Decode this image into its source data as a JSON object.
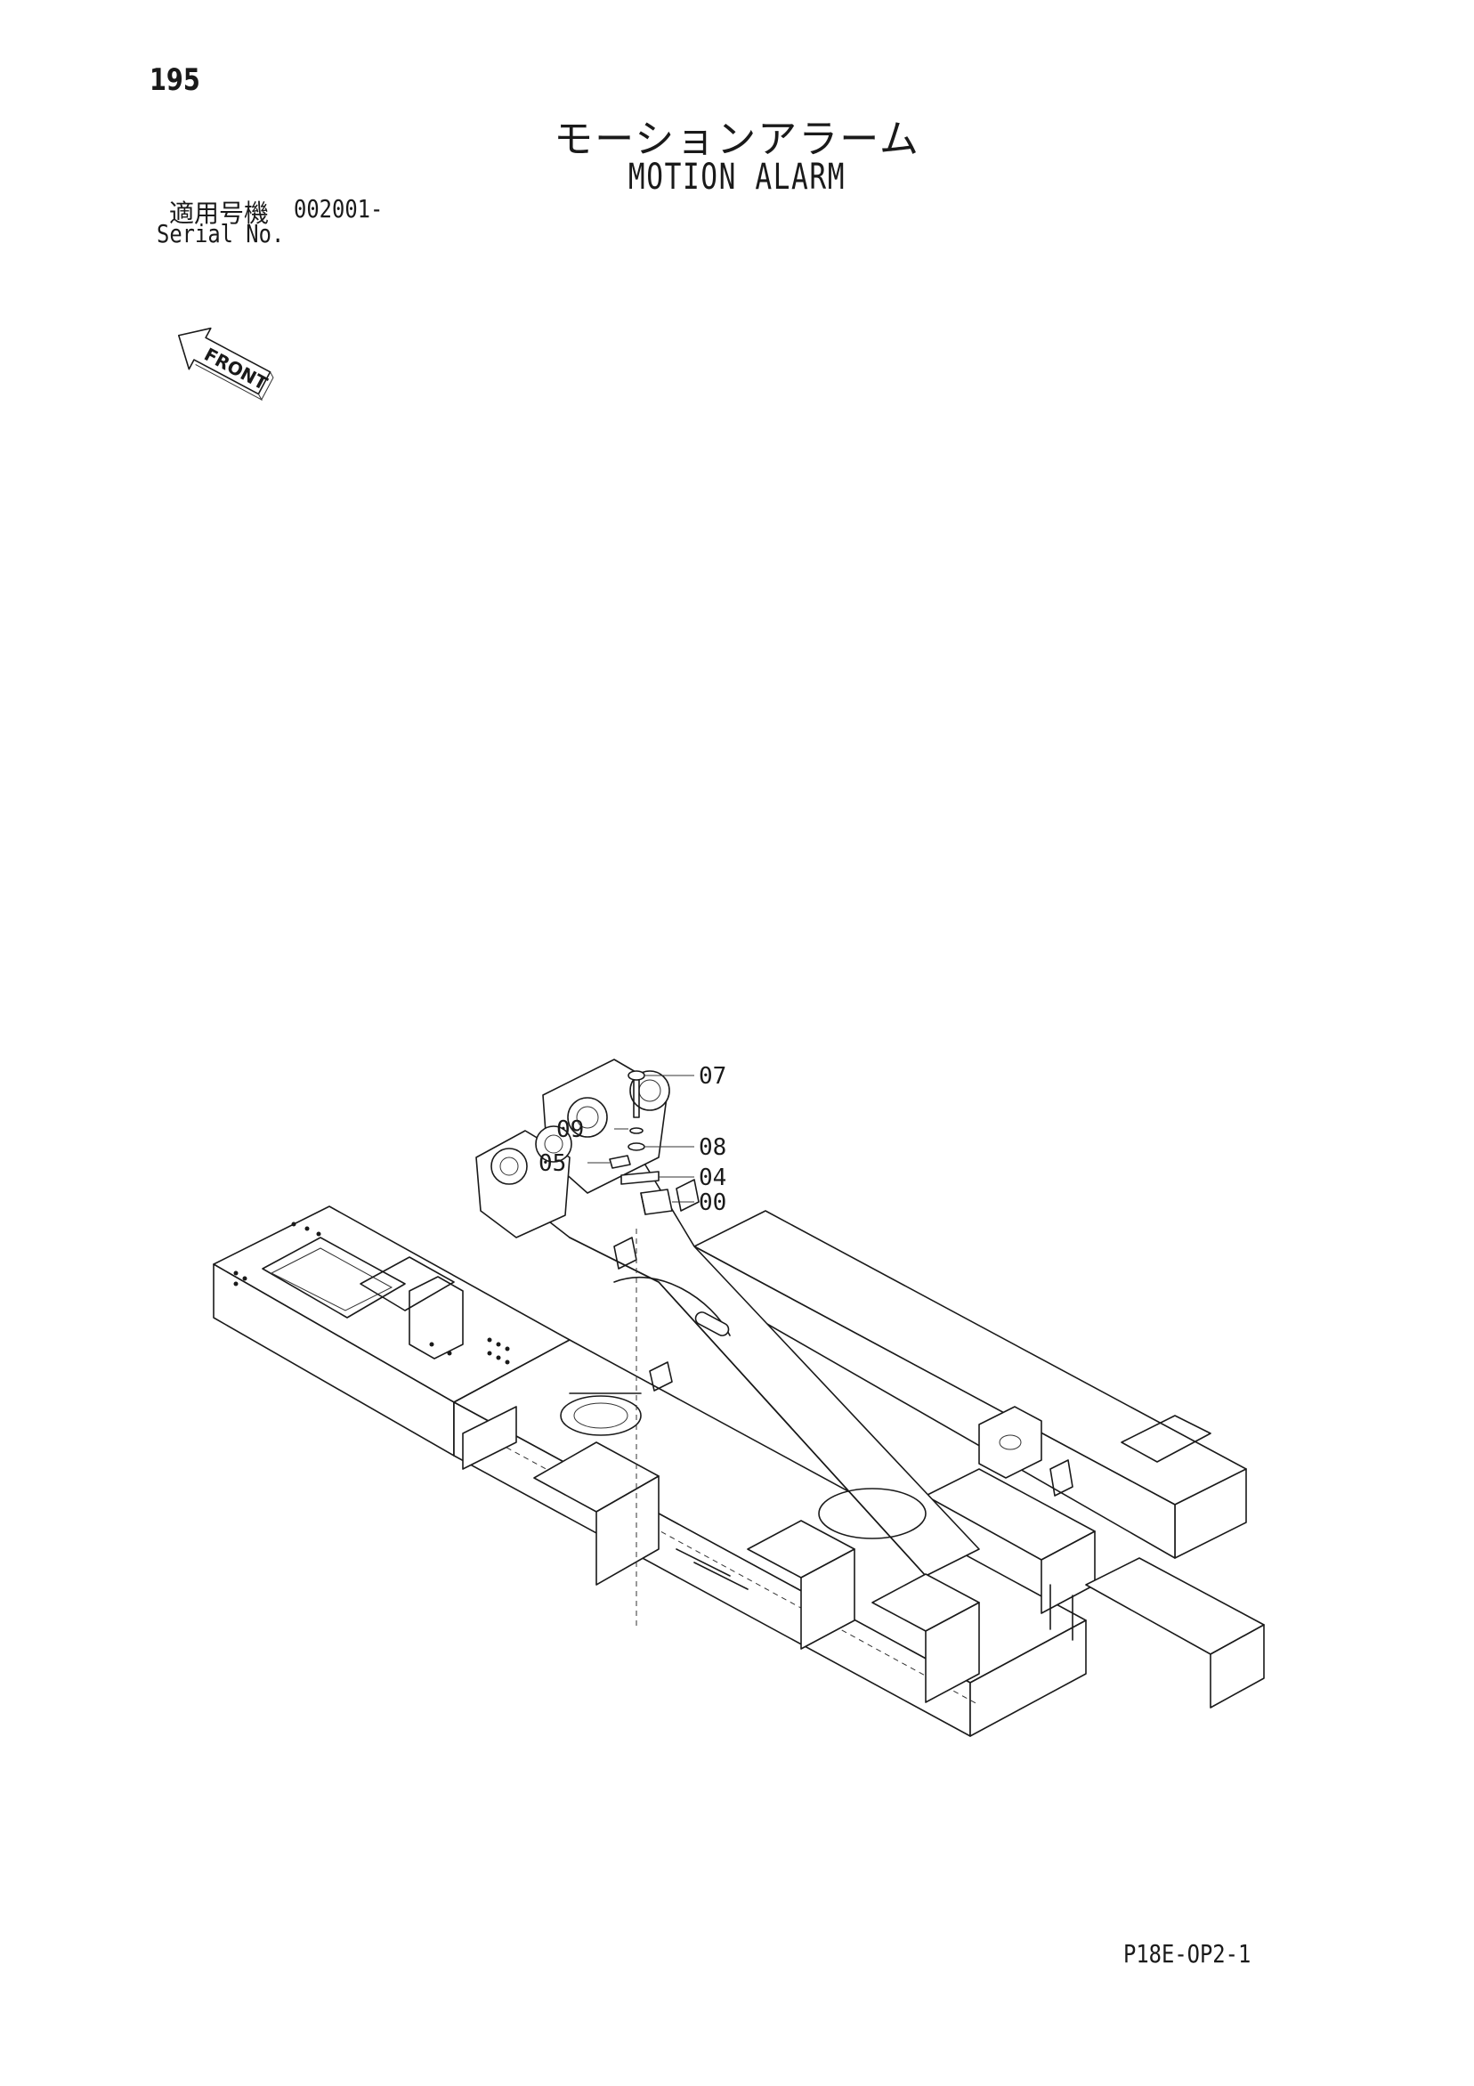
{
  "header": {
    "page_number": "195",
    "title_jp": "モーションアラーム",
    "title_en": "MOTION ALARM",
    "serial_label_jp": "適用号機",
    "serial_value": "002001-",
    "serial_label_en": "Serial No."
  },
  "front_arrow": {
    "label": "FRONT"
  },
  "callouts": [
    {
      "id": "07",
      "label": "07"
    },
    {
      "id": "09",
      "label": "09"
    },
    {
      "id": "08",
      "label": "08"
    },
    {
      "id": "05",
      "label": "05"
    },
    {
      "id": "04",
      "label": "04"
    },
    {
      "id": "00",
      "label": "00"
    }
  ],
  "footer": {
    "drawing_code": "P18E-OP2-1"
  }
}
